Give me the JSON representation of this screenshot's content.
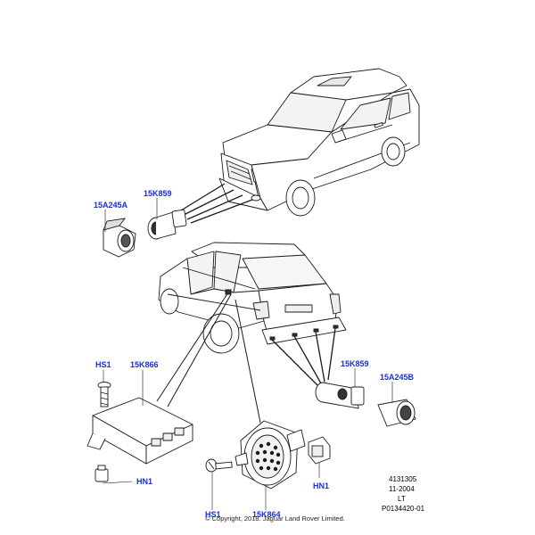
{
  "callouts": {
    "front_bezel": "15A245A",
    "front_sensor": "15K859",
    "module_screw": "HS1",
    "module": "15K866",
    "module_nut": "HN1",
    "rear_sensor": "15K859",
    "rear_bezel": "15A245B",
    "sounder_screw": "HS1",
    "sounder": "15K864",
    "sounder_nut": "HN1"
  },
  "meta": {
    "ref_number": "4131305",
    "date": "11-2004",
    "code": "LT",
    "illustration_id": "P0134420-01"
  },
  "copyright": "© Copyright, 2018. Jaguar Land Rover Limited.",
  "colors": {
    "callout": "#1a2fd6",
    "line": "#1a1a1a"
  }
}
